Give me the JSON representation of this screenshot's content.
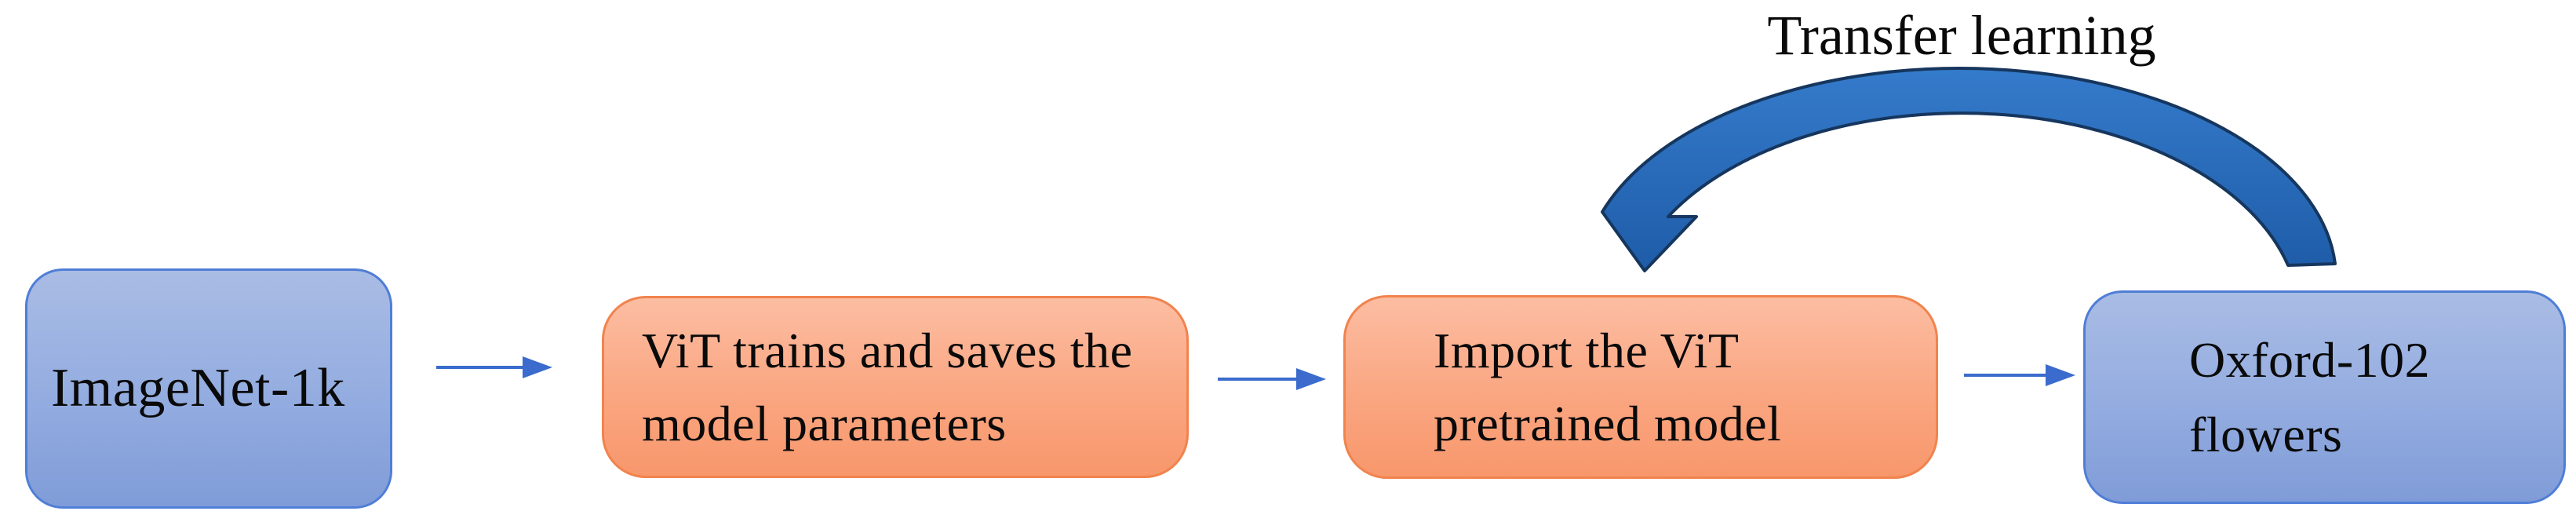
{
  "diagram": {
    "background_color": "#ffffff",
    "annotation": {
      "label": "Transfer learning"
    },
    "nodes": [
      {
        "id": "imagenet-1k",
        "kind": "dataset-blue",
        "label": "ImageNet-1k",
        "lines": [
          "ImageNet-1k"
        ]
      },
      {
        "id": "vit-train",
        "kind": "process-orange",
        "label": "ViT trains and saves the model parameters",
        "lines": [
          "ViT trains and saves the",
          "model parameters"
        ]
      },
      {
        "id": "import-vit",
        "kind": "process-orange",
        "label": "Import the ViT pretrained model",
        "lines": [
          "Import the ViT",
          "pretrained model"
        ]
      },
      {
        "id": "oxford-102",
        "kind": "dataset-blue",
        "label": "Oxford-102 flowers",
        "lines": [
          "Oxford-102",
          "flowers"
        ]
      }
    ],
    "edges": [
      {
        "from": "imagenet-1k",
        "to": "vit-train",
        "style": "straight-arrow"
      },
      {
        "from": "vit-train",
        "to": "import-vit",
        "style": "straight-arrow"
      },
      {
        "from": "import-vit",
        "to": "oxford-102",
        "style": "straight-arrow"
      },
      {
        "from": "oxford-102",
        "to": "import-vit",
        "style": "curved-arrow",
        "label": "Transfer learning"
      }
    ],
    "colors": {
      "node_blue_fill_top": "#a9bce4",
      "node_blue_fill_bottom": "#809cd8",
      "node_blue_border": "#4f7ed6",
      "node_orange_fill_top": "#fcbda2",
      "node_orange_fill_bottom": "#f8976c",
      "node_orange_border": "#f1834d",
      "connector_blue": "#3a6bcd",
      "curved_arrow_fill": "#2568be",
      "curved_arrow_border": "#16365e",
      "text_color": "#0a0a0a"
    }
  }
}
